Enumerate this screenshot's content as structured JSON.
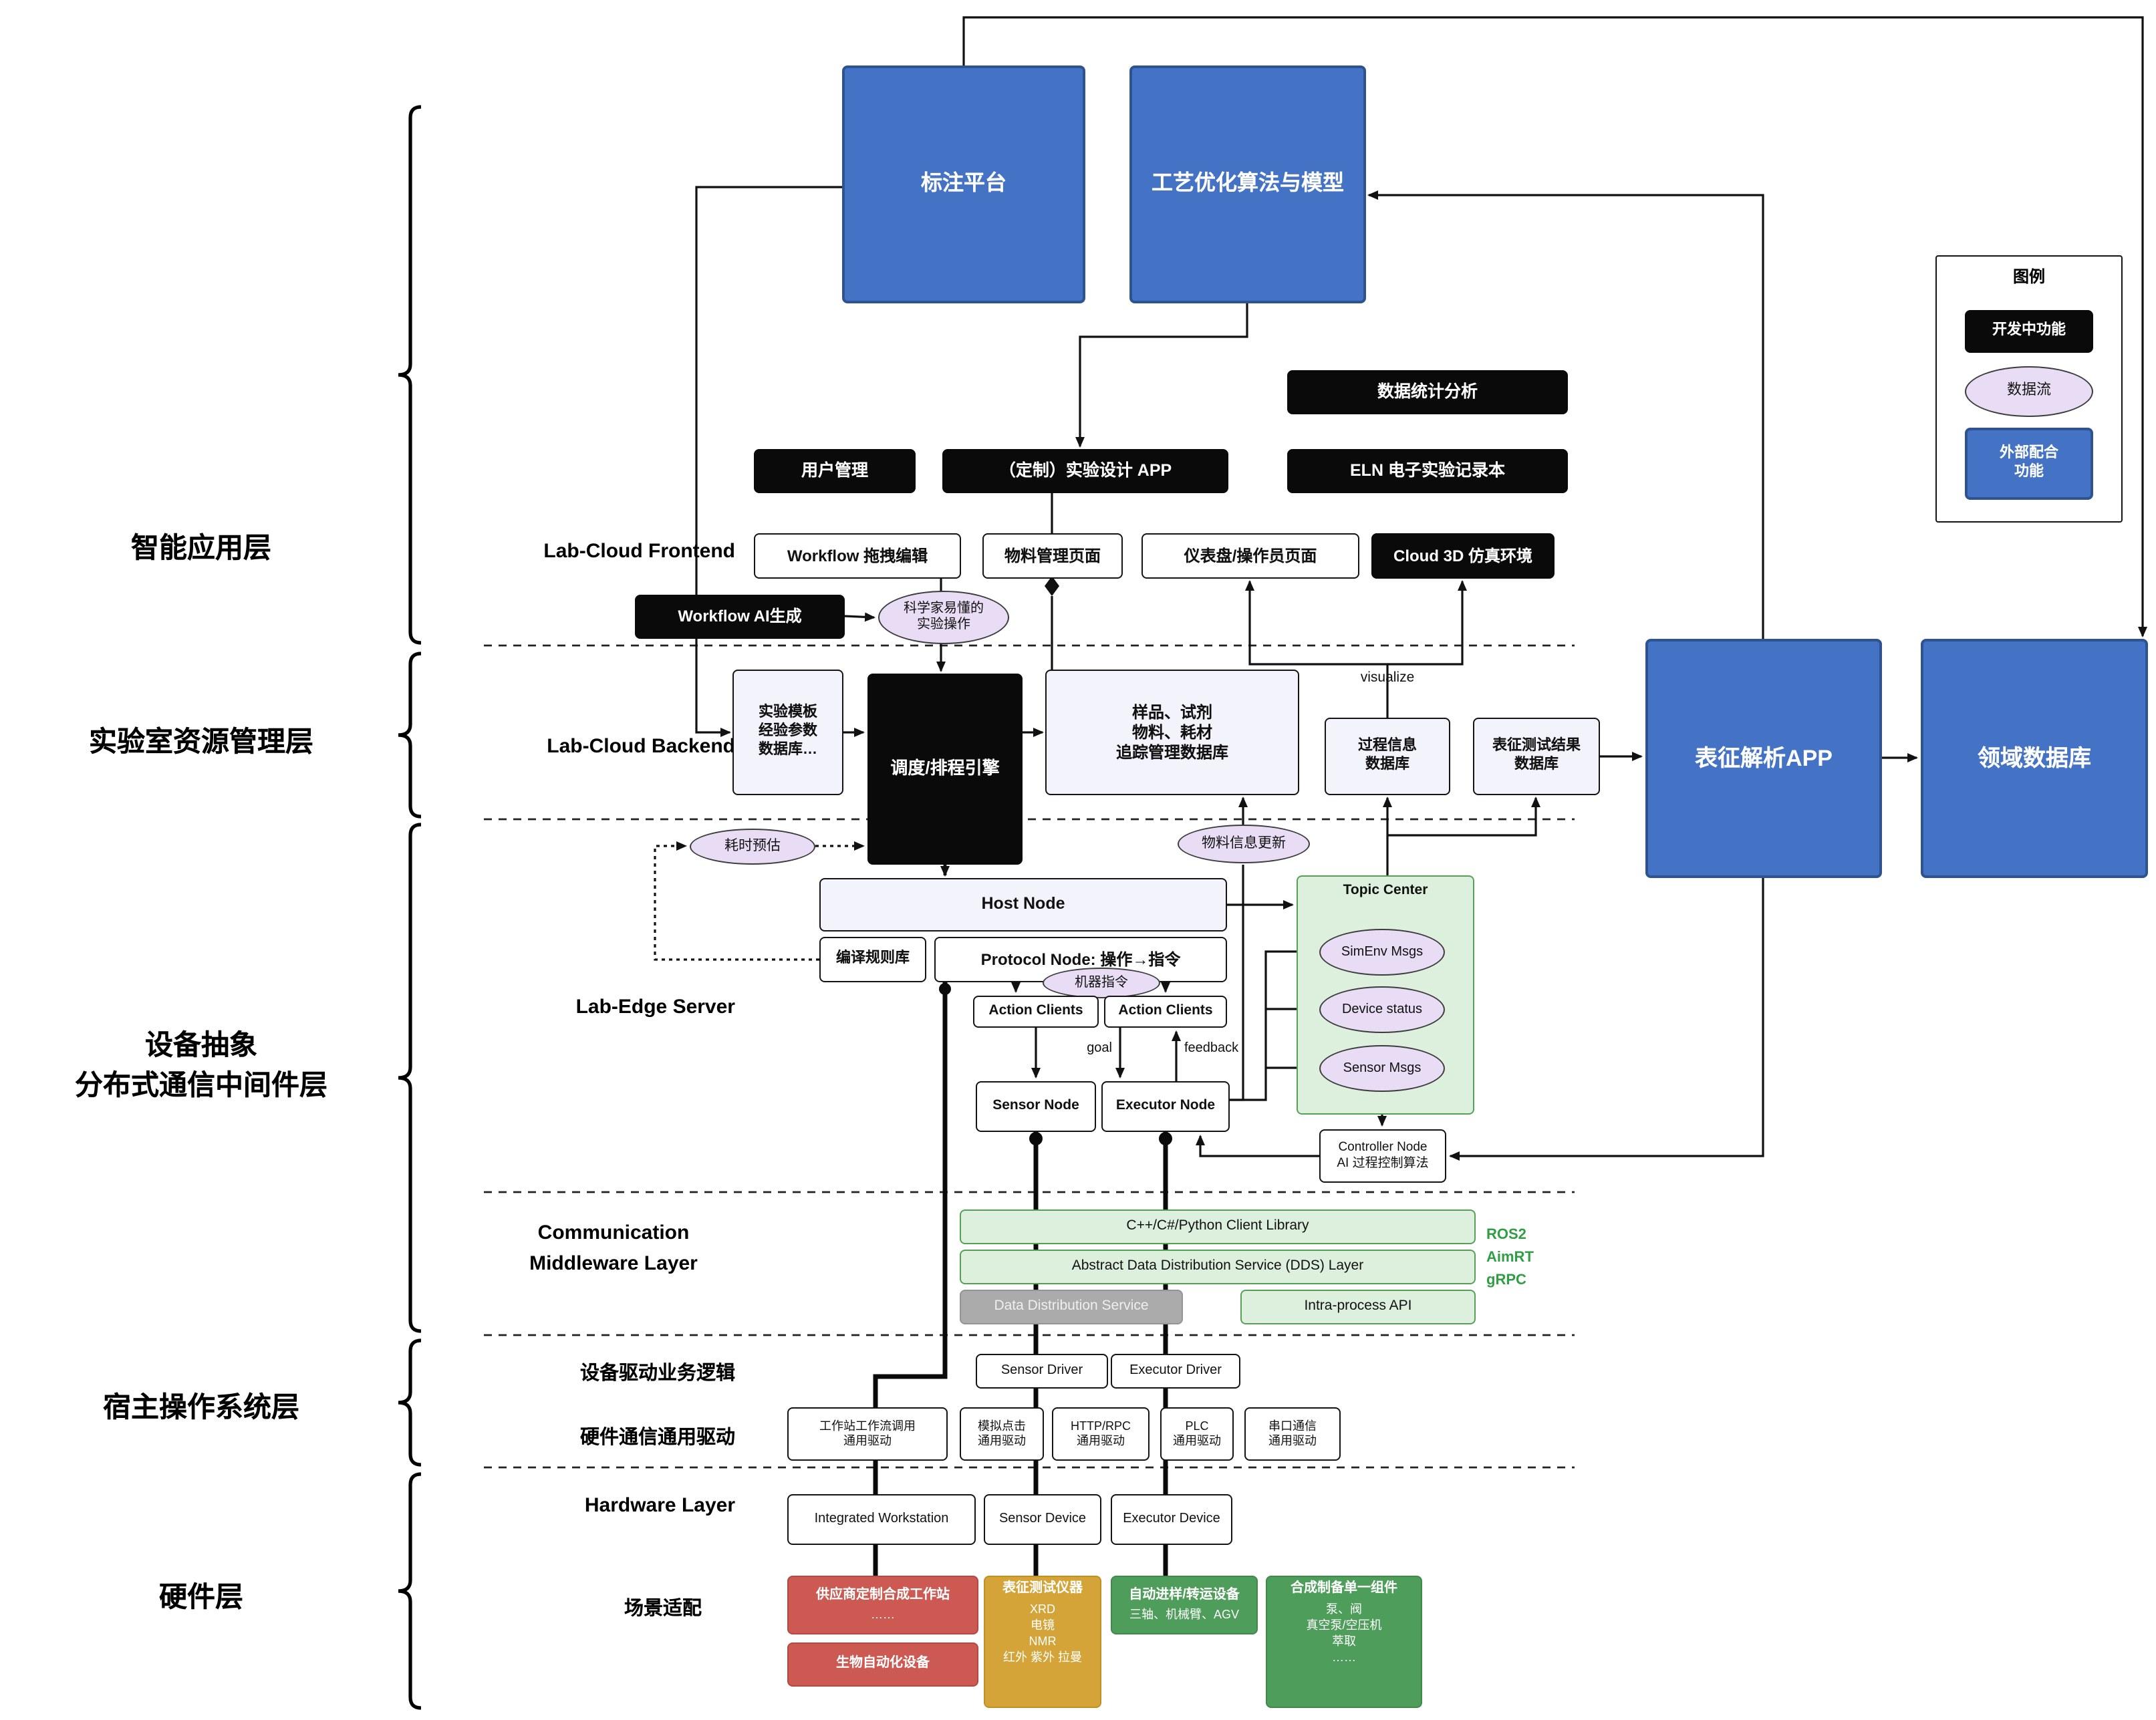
{
  "colors": {
    "blue": "#4472c4",
    "black": "#0a0a0a",
    "data_flow_purple": "#e8ddf4",
    "green_light": "#ddf0dd",
    "green_border": "#57a157",
    "red": "#cd5a52",
    "gold": "#d4a439",
    "green_dark": "#4f9d5a",
    "gray": "#ababab"
  },
  "layers": {
    "app": "智能应用层",
    "lab": "实验室资源管理层",
    "device": "设备抽象\n分布式通信中间件层",
    "os": "宿主操作系统层",
    "hw": "硬件层"
  },
  "sections": {
    "frontend": "Lab-Cloud Frontend",
    "backend": "Lab-Cloud Backend",
    "edge": "Lab-Edge Server",
    "comm": "Communication\nMiddleware Layer",
    "driver_logic": "设备驱动业务逻辑",
    "hw_driver": "硬件通信通用驱动",
    "hardware": "Hardware Layer",
    "scene": "场景适配"
  },
  "legend": {
    "title": "图例",
    "dev": "开发中功能",
    "flow": "数据流",
    "external": "外部配合\n功能"
  },
  "labels": {
    "visualize": "visualize",
    "goal": "goal",
    "feedback": "feedback",
    "ros": "ROS2\nAimRT\ngRPC"
  },
  "nodes": {
    "annotation": "标注平台",
    "process_opt": "工艺优化算法与模型",
    "data_stats": "数据统计分析",
    "user_mgmt": "用户管理",
    "exp_design": "（定制）实验设计 APP",
    "eln": "ELN 电子实验记录本",
    "workflow_edit": "Workflow 拖拽编辑",
    "material_page": "物料管理页面",
    "dashboard_page": "仪表盘/操作员页面",
    "cloud3d": "Cloud 3D 仿真环境",
    "workflow_ai": "Workflow AI生成",
    "sci_ops": "科学家易懂的\n实验操作",
    "exp_template": "实验模板\n经验参数\n数据库…",
    "scheduler": "调度/排程引擎",
    "sample_db": "样品、试剂\n物料、耗材\n追踪管理数据库",
    "process_db": "过程信息\n数据库",
    "char_result_db": "表征测试结果\n数据库",
    "char_app": "表征解析APP",
    "domain_db": "领域数据库",
    "time_est": "耗时预估",
    "material_update": "物料信息更新",
    "host_node": "Host Node",
    "compile_rules": "编译规则库",
    "protocol_node": "Protocol Node: 操作→指令",
    "machine_instr": "机器指令",
    "action_clients": "Action Clients",
    "sensor_node": "Sensor Node",
    "executor_node": "Executor Node",
    "topic_center": "Topic Center",
    "simenv": "SimEnv Msgs",
    "device_status": "Device status",
    "sensor_msgs": "Sensor Msgs",
    "controller": "Controller Node\nAI 过程控制算法",
    "client_lib": "C++/C#/Python Client Library",
    "dds_layer": "Abstract Data Distribution Service (DDS) Layer",
    "dds_service": "Data Distribution Service",
    "intra_api": "Intra-process API",
    "sensor_driver": "Sensor Driver",
    "executor_driver": "Executor Driver",
    "drv_ws": "工作站工作流调用\n通用驱动",
    "drv_click": "模拟点击\n通用驱动",
    "drv_http": "HTTP/RPC\n通用驱动",
    "drv_plc": "PLC\n通用驱动",
    "drv_serial": "串口通信\n通用驱动",
    "integrated_ws": "Integrated Workstation",
    "sensor_device": "Sensor Device",
    "executor_device": "Executor Device",
    "vendor_title": "供应商定制合成工作站",
    "vendor_body": "……",
    "bio_auto": "生物自动化设备",
    "char_inst_title": "表征测试仪器",
    "char_inst_body": "XRD\n电镜\nNMR\n红外 紫外 拉曼",
    "transfer_title": "自动进样/转运设备",
    "transfer_body": "三轴、机械臂、AGV",
    "synth_title": "合成制备单一组件",
    "synth_body": "泵、阀\n真空泵/空压机\n萃取\n……"
  }
}
